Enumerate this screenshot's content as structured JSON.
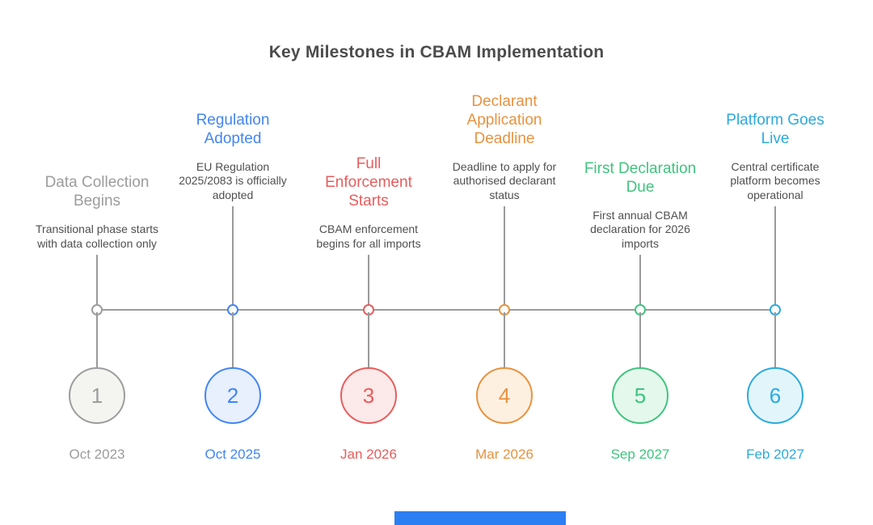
{
  "title": "Key Milestones in CBAM Implementation",
  "timeline": {
    "line_color": "#9a9a9a"
  },
  "footer_bar": {
    "color": "#2b7ff2"
  },
  "milestones": [
    {
      "number": "1",
      "heading": "Data Collection Begins",
      "description": "Transitional phase starts with data collection only",
      "date": "Oct 2023",
      "accent": "#9c9c9c",
      "fill": "#f4f4f1"
    },
    {
      "number": "2",
      "heading": "Regulation Adopted",
      "description": "EU Regulation 2025/2083 is officially adopted",
      "date": "Oct 2025",
      "accent": "#4285f4",
      "fill": "#e8effd"
    },
    {
      "number": "3",
      "heading": "Full Enforcement Starts",
      "description": "CBAM enforcement begins for all imports",
      "date": "Jan 2026",
      "accent": "#e75c5c",
      "fill": "#fce9e9"
    },
    {
      "number": "4",
      "heading": "Declarant Application Deadline",
      "description": "Deadline to apply for authorised declarant status",
      "date": "Mar 2026",
      "accent": "#e8923e",
      "fill": "#fdf0e0"
    },
    {
      "number": "5",
      "heading": "First Declaration Due",
      "description": "First annual CBAM declaration for 2026 imports",
      "date": "Sep 2027",
      "accent": "#3fc47e",
      "fill": "#e4f8ec"
    },
    {
      "number": "6",
      "heading": "Platform Goes Live",
      "description": "Central certificate platform becomes operational",
      "date": "Feb 2027",
      "accent": "#2baade",
      "fill": "#e2f5fb"
    }
  ]
}
